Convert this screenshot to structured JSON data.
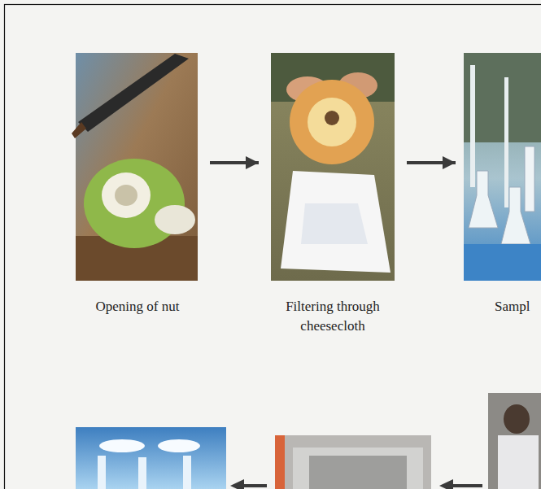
{
  "diagram": {
    "nodes": [
      {
        "text": [
          "Opening of nut"
        ]
      },
      {
        "text": [
          "Filtering through cheesecloth"
        ]
      },
      {
        "text": [
          "Sampl"
        ]
      }
    ],
    "edges": [
      {
        "from": 0,
        "to": 1,
        "arrow": "to"
      },
      {
        "from": 1,
        "to": 2,
        "arrow": "to"
      }
    ]
  }
}
